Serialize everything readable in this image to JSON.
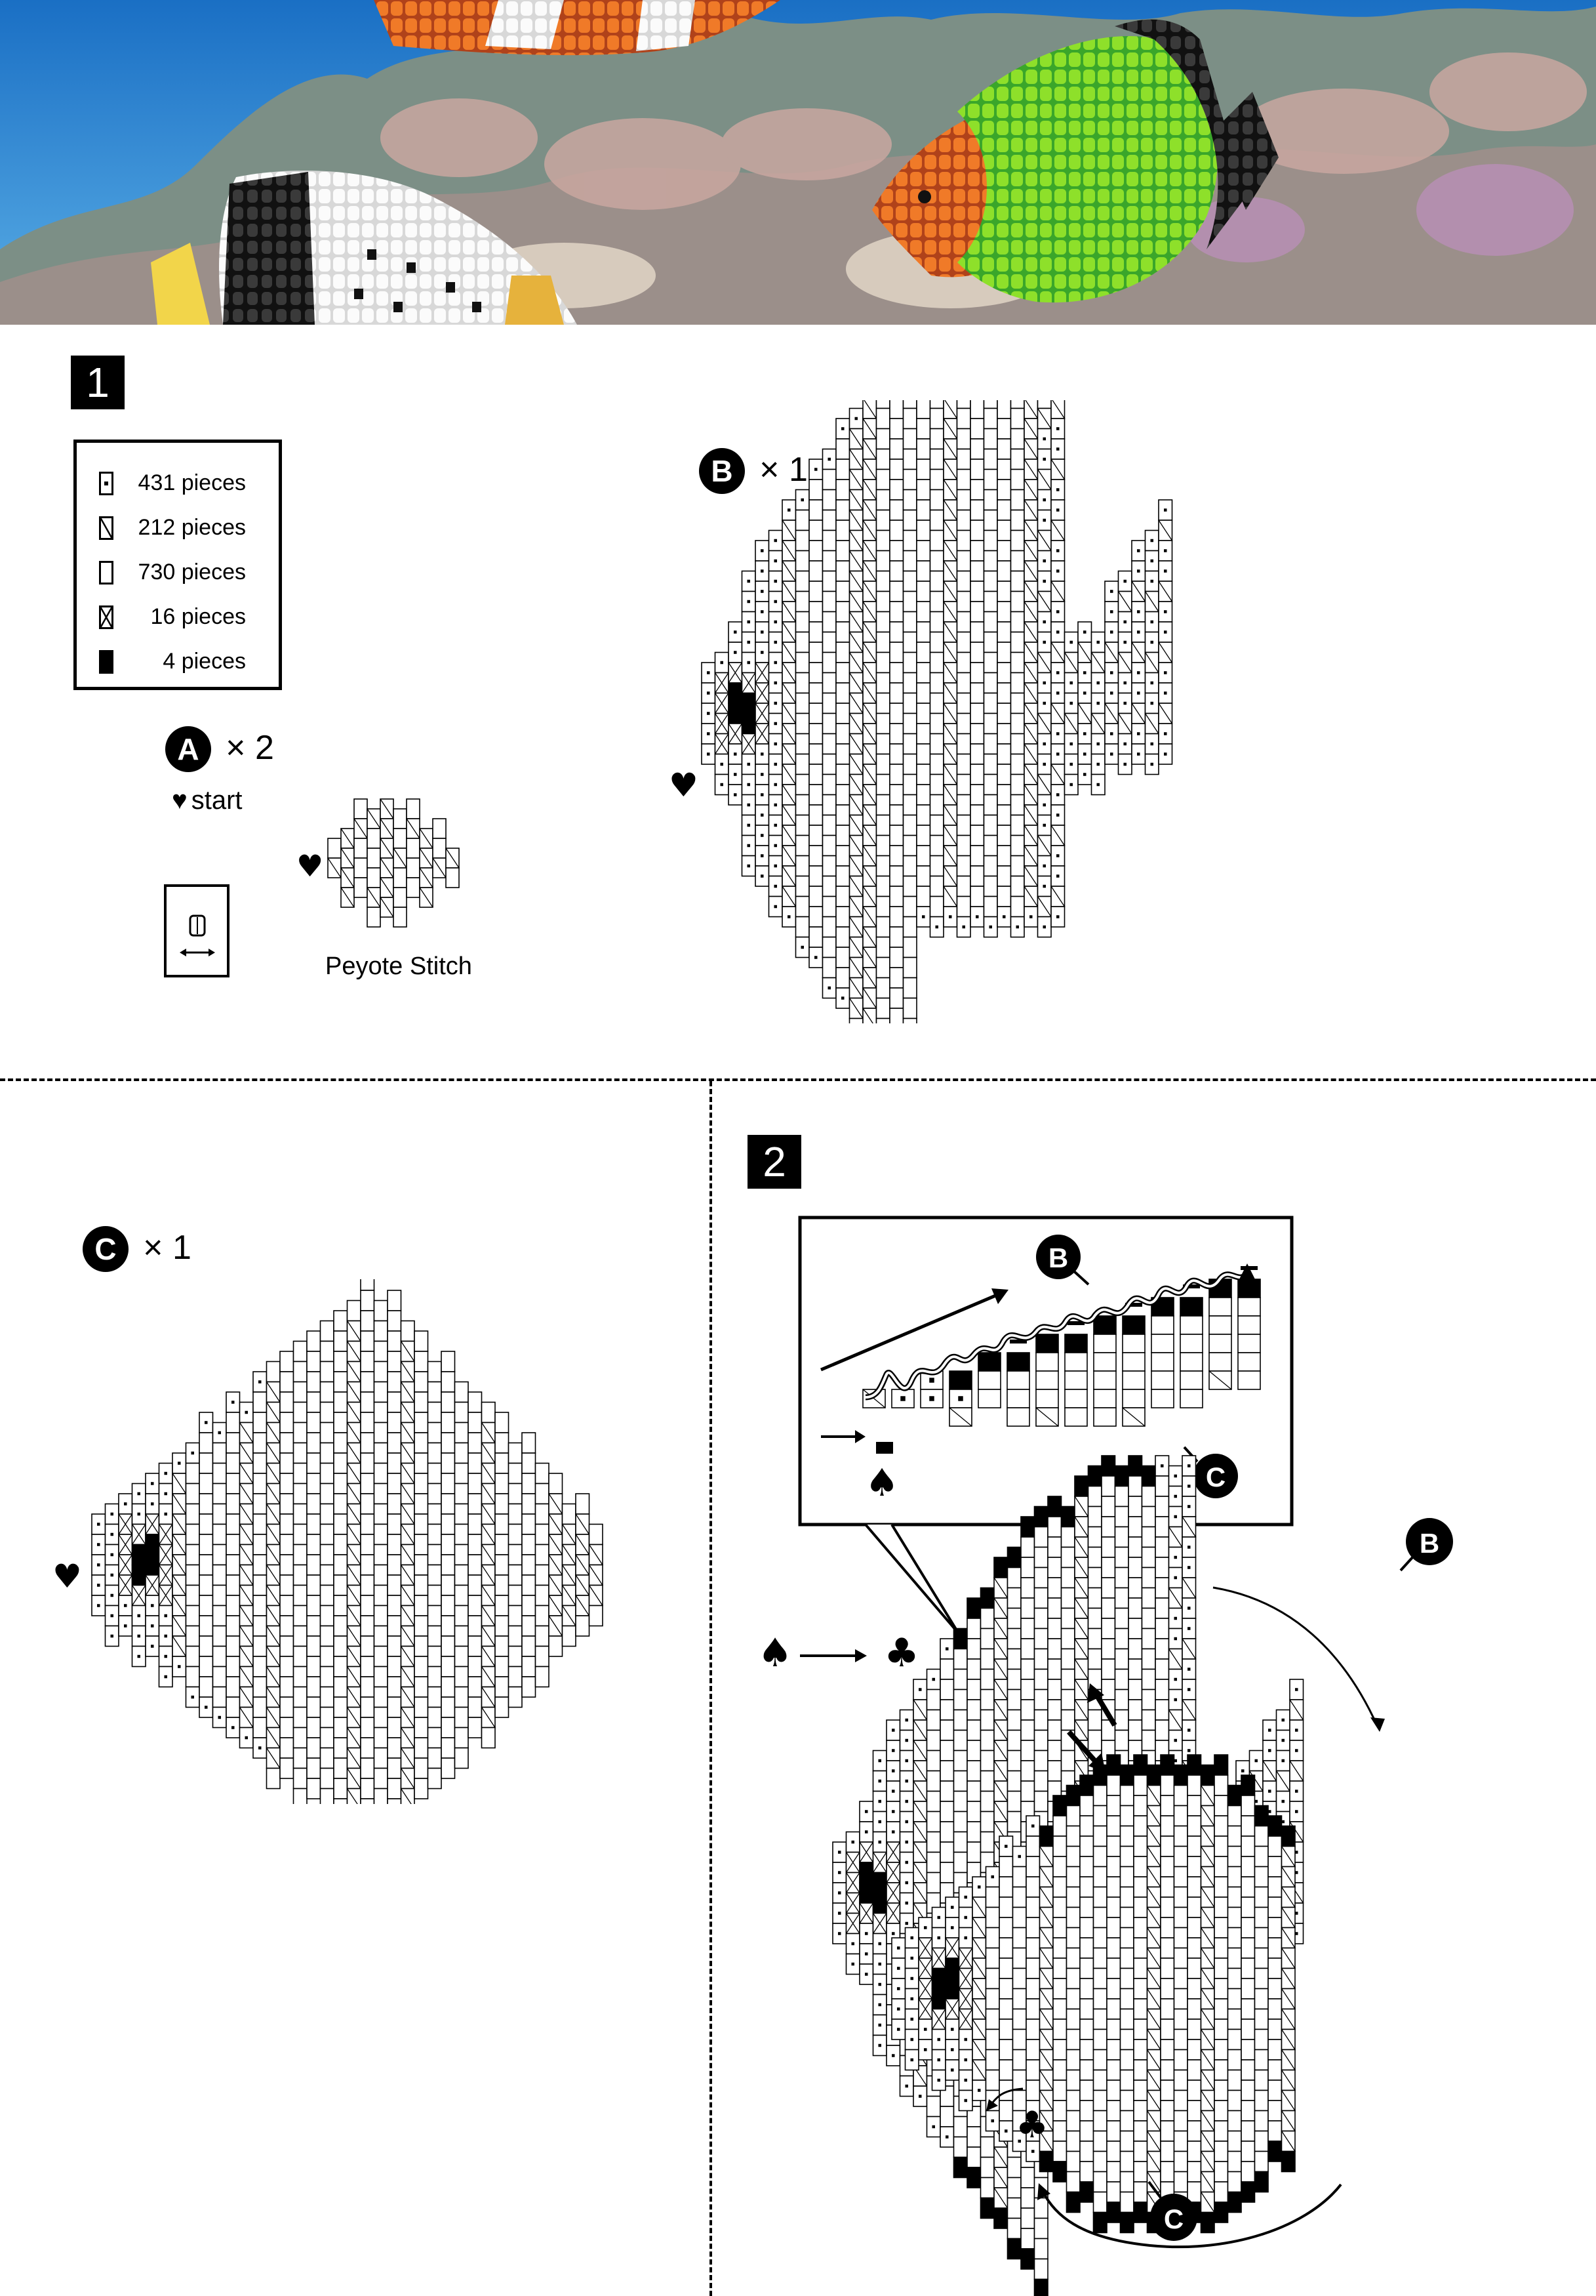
{
  "step1": {
    "number": "1"
  },
  "step2": {
    "number": "2"
  },
  "legend": [
    {
      "symbol": "dot-bead",
      "count": "431 pieces"
    },
    {
      "symbol": "slash-bead",
      "count": "212 pieces"
    },
    {
      "symbol": "plain-bead",
      "count": "730 pieces"
    },
    {
      "symbol": "cross-bead",
      "count": "16 pieces"
    },
    {
      "symbol": "black-bead",
      "count": "4 pieces"
    }
  ],
  "partA": {
    "letter": "A",
    "qty": "× 2"
  },
  "partB": {
    "letter": "B",
    "qty": "× 1"
  },
  "partC": {
    "letter": "C",
    "qty": "× 1"
  },
  "start_label": "start",
  "stitch_label": "Peyote Stitch",
  "callouts": {
    "b": "B",
    "c": "C"
  },
  "colors": {
    "ink": "#000000",
    "paper": "#ffffff",
    "sea_top": "#1f78c8",
    "sea_bottom": "#6fb6e8"
  }
}
